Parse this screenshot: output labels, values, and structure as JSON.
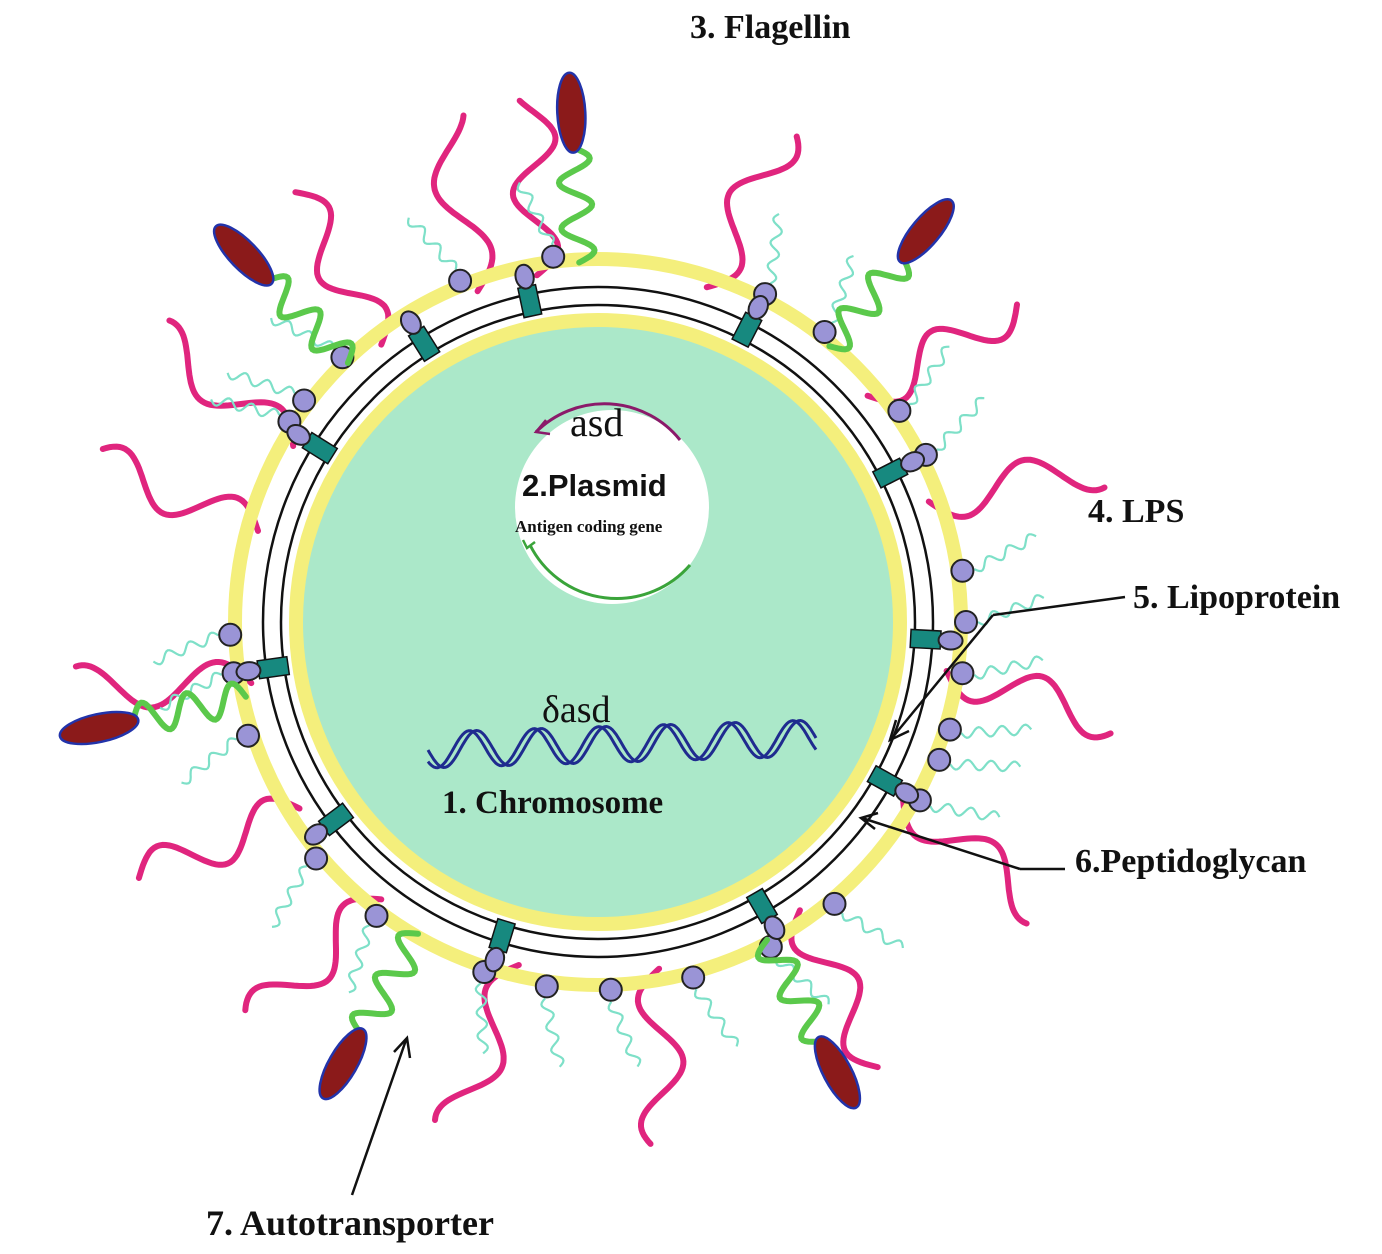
{
  "colors": {
    "cytoplasm": "#abe8c9",
    "membrane": "#f4ef7c",
    "peptidoglycan": "#111111",
    "flagellin": "#e0257e",
    "lps": "#7ee0c8",
    "lipoprotein_head": "#9a94d6",
    "lipoprotein_anchor": "#17897f",
    "autotransporter": "#5bc94b",
    "passenger": "#8b1a1a",
    "passenger_edge": "#2233aa",
    "dna": "#1f2b8f",
    "asd_arrow": "#8b1a6a",
    "antigen_arrow": "#3aa43a"
  },
  "icons": {
    "flagellin": "wavy-filament-icon",
    "lps": "wavy-chain-icon",
    "lipoprotein": "membrane-anchored-protein-icon",
    "autotransporter": "coiled-domain-icon",
    "passenger": "passenger-domain-icon",
    "chromosome": "dna-helix-icon",
    "plasmid": "plasmid-circle-icon"
  },
  "labels": {
    "flagellin": "3. Flagellin",
    "lps": "4. LPS",
    "lipoprotein": "5. Lipoprotein",
    "peptidoglycan": "6.Peptidoglycan",
    "autotransporter": "7. Autotransporter",
    "chromosome": "1. Chromosome",
    "plasmid": "2.Plasmid",
    "asd": "asd",
    "delta_asd": "δasd",
    "antigen_gene": "Antigen coding gene"
  }
}
